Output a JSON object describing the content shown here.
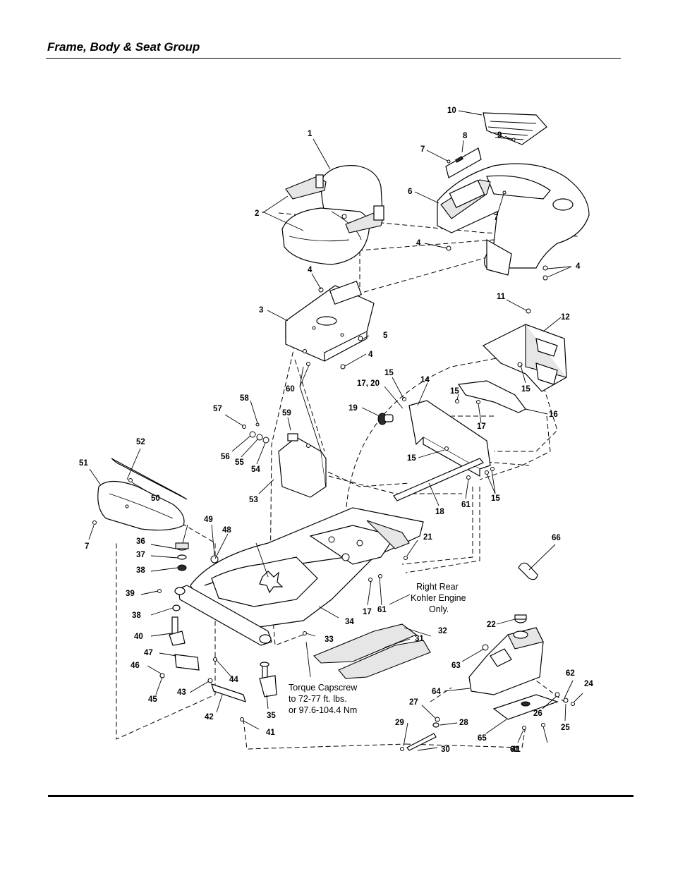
{
  "header": {
    "title": "Frame, Body & Seat Group"
  },
  "callouts": [
    "1",
    "2",
    "3",
    "4",
    "4",
    "4",
    "4",
    "5",
    "6",
    "7",
    "7",
    "7",
    "8",
    "9",
    "10",
    "11",
    "12",
    "14",
    "15",
    "15",
    "15",
    "15",
    "15",
    "16",
    "17",
    "17",
    "17, 20",
    "18",
    "19",
    "21",
    "22",
    "24",
    "25",
    "26",
    "27",
    "28",
    "29",
    "30",
    "31",
    "32",
    "33",
    "34",
    "35",
    "36",
    "37",
    "38",
    "38",
    "39",
    "40",
    "41",
    "41",
    "42",
    "43",
    "44",
    "45",
    "46",
    "47",
    "48",
    "49",
    "50",
    "51",
    "52",
    "53",
    "54",
    "55",
    "56",
    "57",
    "58",
    "59",
    "60",
    "61",
    "61",
    "61",
    "62",
    "63",
    "64",
    "65",
    "66"
  ],
  "notes": {
    "right_rear_1": "Right Rear",
    "right_rear_2": "Kohler Engine",
    "right_rear_3": "Only.",
    "torque_1": "Torque Capscrew",
    "torque_2": "to 72-77 ft. lbs.",
    "torque_3": "or 97.6-104.4 Nm"
  }
}
